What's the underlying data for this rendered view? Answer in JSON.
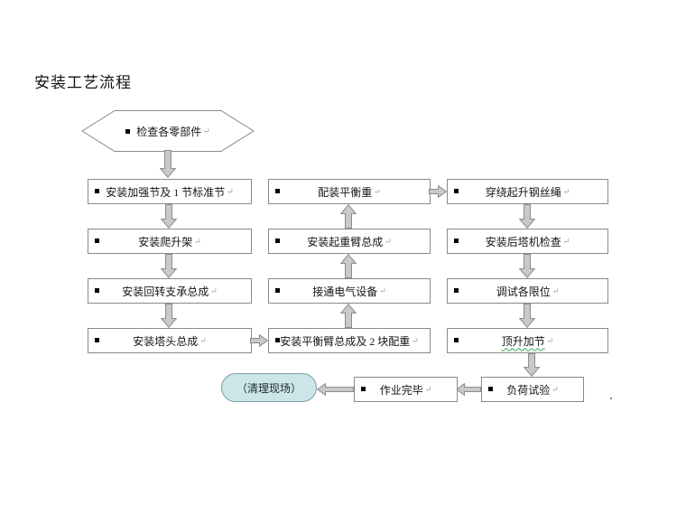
{
  "title": "安装工艺流程",
  "marks": {
    "return": "↵"
  },
  "nodes": {
    "start": "检查各零部件",
    "c1r1": "安装加强节及 1 节标准节",
    "c1r2": "安装爬升架",
    "c1r3": "安装回转支承总成",
    "c1r4": "安装塔头总成",
    "c2r1": "配装平衡重",
    "c2r2": "安装起重臂总成",
    "c2r3": "接通电气设备",
    "c2r4": "安装平衡臂总成及 2 块配重",
    "c3r1": "穿绕起升钢丝绳",
    "c3r2": "安装后塔机检查",
    "c3r3": "调试各限位",
    "c3r4": "顶升加节",
    "load_test": "负荷试验",
    "done": "作业完毕",
    "end": "（清理现场）"
  },
  "edges": [
    {
      "from": "start",
      "to": "c1r1"
    },
    {
      "from": "c1r1",
      "to": "c1r2"
    },
    {
      "from": "c1r2",
      "to": "c1r3"
    },
    {
      "from": "c1r3",
      "to": "c1r4"
    },
    {
      "from": "c1r4",
      "to": "c2r4"
    },
    {
      "from": "c2r4",
      "to": "c2r3"
    },
    {
      "from": "c2r3",
      "to": "c2r2"
    },
    {
      "from": "c2r2",
      "to": "c2r1"
    },
    {
      "from": "c2r1",
      "to": "c3r1"
    },
    {
      "from": "c3r1",
      "to": "c3r2"
    },
    {
      "from": "c3r2",
      "to": "c3r3"
    },
    {
      "from": "c3r3",
      "to": "c3r4"
    },
    {
      "from": "c3r4",
      "to": "load_test"
    },
    {
      "from": "load_test",
      "to": "done"
    },
    {
      "from": "done",
      "to": "end"
    }
  ],
  "colors": {
    "box_border": "#8a8a8a",
    "arrow_fill": "#c9c9c9",
    "arrow_stroke": "#8c8c8c",
    "end_node_fill": "#cbe5e9",
    "squiggle_green": "#3aa655",
    "text": "#141414"
  }
}
